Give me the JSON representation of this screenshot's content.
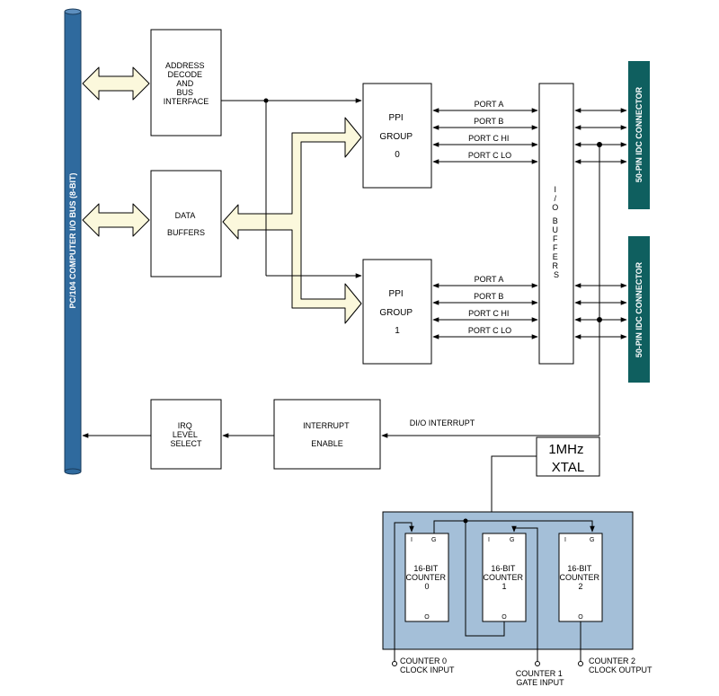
{
  "bus": {
    "label": "PC/104 COMPUTER I/O BUS (8-BIT)"
  },
  "address_block": {
    "lines": [
      "ADDRESS",
      "DECODE",
      "AND",
      "BUS",
      "INTERFACE"
    ]
  },
  "data_buffers": {
    "lines": [
      "DATA",
      "BUFFERS"
    ]
  },
  "ppi_groups": [
    {
      "lines": [
        "PPI",
        "GROUP",
        "0"
      ],
      "ports": [
        "PORT A",
        "PORT B",
        "PORT C HI",
        "PORT C LO"
      ]
    },
    {
      "lines": [
        "PPI",
        "GROUP",
        "1"
      ],
      "ports": [
        "PORT A",
        "PORT B",
        "PORT C HI",
        "PORT C LO"
      ]
    }
  ],
  "io_buffers": {
    "letters": [
      "I",
      "/",
      "O",
      "B",
      "U",
      "F",
      "F",
      "E",
      "R",
      "S"
    ]
  },
  "connectors": [
    "50-PIN IDC CONNECTOR",
    "50-PIN IDC CONNECTOR"
  ],
  "irq_block": {
    "lines": [
      "IRQ",
      "LEVEL",
      "SELECT"
    ]
  },
  "interrupt_block": {
    "lines": [
      "INTERRUPT",
      "ENABLE"
    ]
  },
  "dio_interrupt": "DI/O INTERRUPT",
  "xtal": {
    "lines": [
      "1MHz",
      "XTAL"
    ]
  },
  "counters": [
    {
      "lines": [
        "16-BIT",
        "COUNTER",
        "0"
      ]
    },
    {
      "lines": [
        "16-BIT",
        "COUNTER",
        "1"
      ]
    },
    {
      "lines": [
        "16-BIT",
        "COUNTER",
        "2"
      ]
    }
  ],
  "pin_labels": {
    "input": "I",
    "gate": "G",
    "output": "O"
  },
  "io_labels": [
    {
      "lines": [
        "COUNTER 0",
        "CLOCK INPUT"
      ]
    },
    {
      "lines": [
        "COUNTER 1",
        "GATE INPUT"
      ]
    },
    {
      "lines": [
        "COUNTER 2",
        "CLOCK OUTPUT"
      ]
    }
  ],
  "colors": {
    "bus": "#2f6a9e",
    "connector": "#0f5f5f",
    "counter_panel": "#a4bfd8",
    "fat_arrow": "#fbf8dc"
  }
}
